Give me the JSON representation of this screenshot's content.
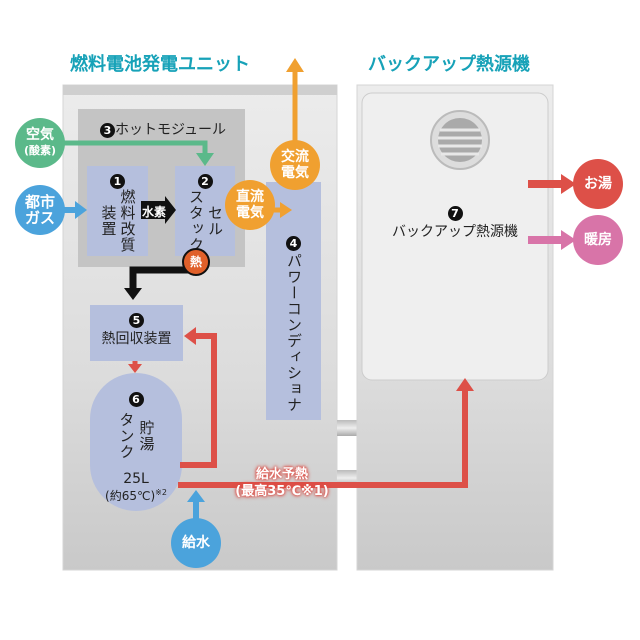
{
  "titles": {
    "left": "燃料電池発電ユニット",
    "right": "バックアップ熱源機"
  },
  "components": {
    "reformer": {
      "num": "1",
      "lines": [
        "燃料改質",
        "装置"
      ]
    },
    "cell_stack": {
      "num": "2",
      "lines": [
        "セル",
        "スタック"
      ]
    },
    "hot_module": {
      "num": "3",
      "label": "ホットモジュール"
    },
    "power_conditioner": {
      "num": "4",
      "label": "パワーコンディショナ"
    },
    "heat_recovery": {
      "num": "5",
      "label": "熱回収装置"
    },
    "tank": {
      "num": "6",
      "lines": [
        "貯湯",
        "タンク"
      ],
      "capacity": "25L",
      "temp": "(約65℃)",
      "note": "※2"
    },
    "backup": {
      "num": "7",
      "label": "バックアップ熱源機"
    }
  },
  "flows": {
    "air": [
      "空気",
      "(酸素)"
    ],
    "city_gas": [
      "都市",
      "ガス"
    ],
    "hydrogen": "水素",
    "dc": [
      "直流",
      "電気"
    ],
    "ac": [
      "交流",
      "電気"
    ],
    "heat": "熱",
    "hot_water": "お湯",
    "heating": "暖房",
    "water_supply": "給水",
    "preheat": [
      "給水予熱",
      "(最高35℃※1)"
    ]
  },
  "colors": {
    "title": "#17a2b8",
    "green": "#5bb98a",
    "blue": "#4ba3dc",
    "orange": "#f0a030",
    "red": "#dd5048",
    "pink": "#d874a8",
    "box": "#b5bfdd"
  }
}
